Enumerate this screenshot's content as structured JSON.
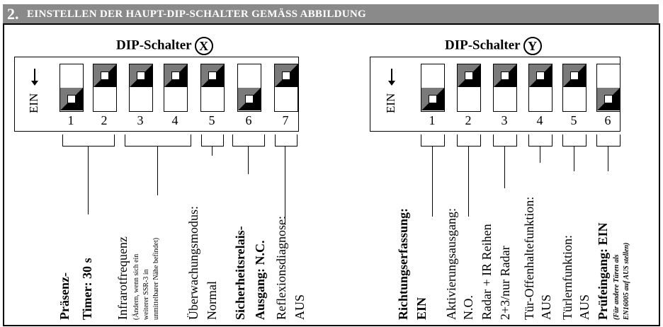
{
  "header": {
    "number": "2.",
    "title": "EINSTELLEN DER HAUPT-DIP-SCHALTER GEMÄSS ABBILDUNG"
  },
  "panel_x": {
    "title": "DIP-Schalter",
    "id": "X",
    "ein_label": "EIN",
    "switches": [
      "1",
      "2",
      "3",
      "4",
      "5",
      "6",
      "7"
    ],
    "labels": {
      "praesenz_1": "Präsenz-",
      "praesenz_2": "Timer: 30 s",
      "infrarot": "Infrarotfrequenz",
      "infrarot_note_1": "(Ändern, wenn sich ein",
      "infrarot_note_2": "weiterer SSR-3 in",
      "infrarot_note_3": "unmittelbarer Nähe befindet)",
      "ueberwachung": "Überwachungsmodus:",
      "ueberwachung_val": "Normal",
      "sicherheit_1": "Sicherheitsrelais-",
      "sicherheit_2": "Ausgang: N.C.",
      "reflexion": "Reflexionsdiagnose:",
      "reflexion_val": "AUS"
    }
  },
  "panel_y": {
    "title": "DIP-Schalter",
    "id": "Y",
    "ein_label": "EIN",
    "switches": [
      "1",
      "2",
      "3",
      "4",
      "5",
      "6"
    ],
    "labels": {
      "richtung_1": "Richtungserfassung:",
      "richtung_2": "EIN",
      "aktivierung": "Aktivierungsausgang:",
      "aktivierung_val": "N.O.",
      "radar_1": "Radar + IR Reihen",
      "radar_2": "2+3/nur Radar",
      "tuer_offen": "Tür-Offenhaltefunktion:",
      "tuer_offen_val": "AUS",
      "tuerlern": "Türlernfunktion:",
      "tuerlern_val": "AUS",
      "pruef": "Prüfeingang: EIN",
      "pruef_note_1": "(Für andere Türen als",
      "pruef_note_2": "EN16005 auf AUS stellen)"
    }
  }
}
